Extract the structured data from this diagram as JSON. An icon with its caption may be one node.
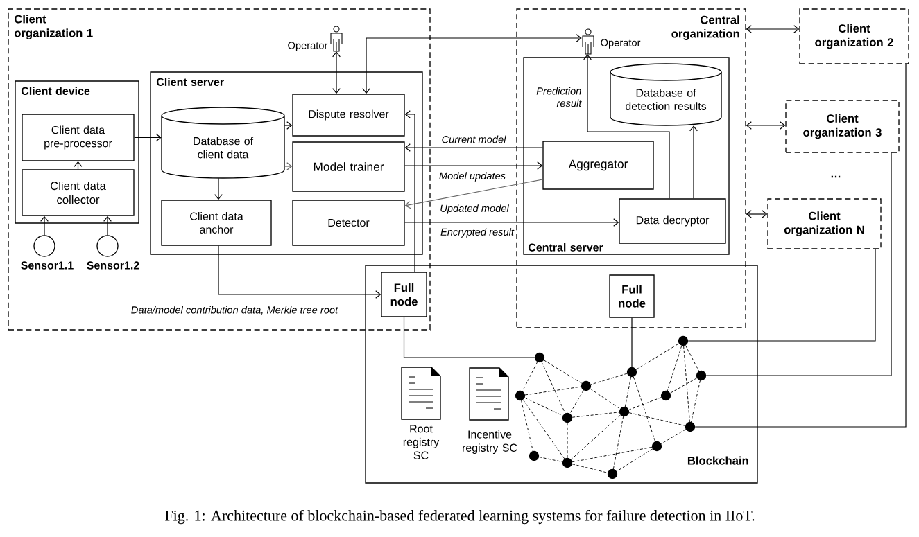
{
  "diagram": {
    "caption": "Fig. 1: Architecture of blockchain-based federated learning systems for failure detection in IIoT.",
    "nodes": [
      {
        "text": [
          "Client organization 1"
        ]
      },
      {
        "text": [
          "Client device"
        ],
        "in": 0
      },
      {
        "text": [
          "Client data pre-processor"
        ],
        "in": 1
      },
      {
        "text": [
          "Client data collector"
        ],
        "in": 1
      },
      {
        "text": [],
        "shape": "circle",
        "beside": [
          "Sensor1.1"
        ],
        "in": 0
      },
      {
        "text": [],
        "shape": "circle",
        "beside": [
          "Sensor1.2"
        ],
        "in": 0
      },
      {
        "text": [
          "Client server"
        ],
        "in": 0
      },
      {
        "text": [
          "Database of client data"
        ],
        "in": 6
      },
      {
        "text": [
          "Dispute resolver"
        ],
        "in": 6
      },
      {
        "text": [
          "Model trainer"
        ],
        "in": 6
      },
      {
        "text": [
          "Client data anchor"
        ],
        "in": 6
      },
      {
        "text": [
          "Detector"
        ],
        "in": 6
      },
      {
        "text": [],
        "shape": "person",
        "beside": [
          "Operator"
        ],
        "in": 0
      },
      {
        "text": [
          "Central organization"
        ]
      },
      {
        "text": [],
        "shape": "person",
        "beside": [
          "Operator"
        ],
        "in": 13
      },
      {
        "text": [
          "Central server"
        ],
        "in": 13
      },
      {
        "text": [
          "Database of detection results"
        ],
        "in": 15
      },
      {
        "text": [
          "Aggregator"
        ],
        "in": 15
      },
      {
        "text": [
          "Data decryptor"
        ],
        "in": 15
      },
      {
        "text": [
          "Client organization 2"
        ]
      },
      {
        "text": [
          "Client organization 3"
        ]
      },
      {
        "text": [
          "Client organization N"
        ]
      },
      {
        "text": [
          "Blockchain"
        ]
      },
      {
        "text": [
          "Full node"
        ]
      },
      {
        "text": [
          "Full node"
        ]
      },
      {
        "text": [],
        "shape": "circle",
        "in": 22
      },
      {
        "text": [],
        "shape": "circle",
        "in": 22
      },
      {
        "text": [],
        "shape": "circle",
        "in": 22
      },
      {
        "text": [],
        "shape": "circle",
        "in": 22
      },
      {
        "text": [],
        "shape": "circle",
        "in": 22
      },
      {
        "text": [],
        "shape": "circle",
        "in": 22
      },
      {
        "text": [],
        "shape": "circle",
        "in": 22
      },
      {
        "text": [],
        "shape": "circle",
        "in": 22
      },
      {
        "text": [],
        "shape": "circle",
        "in": 22
      },
      {
        "text": [],
        "shape": "circle",
        "in": 22
      },
      {
        "text": [],
        "shape": "circle",
        "in": 22
      },
      {
        "text": [],
        "shape": "circle",
        "in": 22
      },
      {
        "text": [],
        "shape": "circle",
        "in": 22
      },
      {
        "text": [],
        "shape": "circle",
        "in": 22
      }
    ],
    "edges": [
      {
        "from": 3,
        "to": 2,
        "arrow": "to"
      },
      {
        "from": 4,
        "to": 3,
        "arrow": "to"
      },
      {
        "from": 5,
        "to": 3,
        "arrow": "to"
      },
      {
        "from": 2,
        "to": 7,
        "arrow": "to"
      },
      {
        "from": 7,
        "to": 8,
        "arrow": "to"
      },
      {
        "from": 7,
        "to": 9,
        "arrow": "to",
        "color": "#666666"
      },
      {
        "from": 7,
        "to": 10,
        "arrow": "to"
      },
      {
        "from": 12,
        "to": 8,
        "arrow": "both"
      },
      {
        "from": 8,
        "to": 14,
        "arrow": "both"
      },
      {
        "from": 23,
        "to": 8,
        "arrow": "to"
      },
      {
        "from": 10,
        "to": 23,
        "arrow": "to",
        "label": "Data/model contribution data, Merkle tree root"
      },
      {
        "from": 17,
        "to": 9,
        "arrow": "to",
        "label": "Current model"
      },
      {
        "from": 9,
        "to": 17,
        "arrow": "to",
        "label": "Model updates"
      },
      {
        "from": 17,
        "to": 11,
        "arrow": "to",
        "label": "Updated model",
        "color": "#666666"
      },
      {
        "from": 11,
        "to": 18,
        "arrow": "to",
        "label": "Encrypted result"
      },
      {
        "from": 18,
        "to": 14,
        "arrow": "to",
        "label": "Prediction result"
      },
      {
        "from": 18,
        "to": 16,
        "arrow": "to"
      },
      {
        "from": 13,
        "to": 19,
        "arrow": "both"
      },
      {
        "from": 13,
        "to": 20,
        "arrow": "both"
      },
      {
        "from": 13,
        "to": 21,
        "arrow": "both"
      },
      {
        "from": 23,
        "to": 25,
        "arrow": "none"
      },
      {
        "from": 24,
        "to": 27,
        "arrow": "none"
      },
      {
        "from": 21,
        "to": 28,
        "arrow": "none"
      },
      {
        "from": 20,
        "to": 29,
        "arrow": "none"
      },
      {
        "from": 19,
        "to": 34,
        "arrow": "none"
      },
      {
        "from": 25,
        "to": 30,
        "arrow": "none",
        "style": "dashed"
      },
      {
        "from": 25,
        "to": 26,
        "arrow": "none",
        "style": "dashed"
      },
      {
        "from": 25,
        "to": 31,
        "arrow": "none",
        "style": "dashed"
      },
      {
        "from": 30,
        "to": 26,
        "arrow": "none",
        "style": "dashed"
      },
      {
        "from": 30,
        "to": 31,
        "arrow": "none",
        "style": "dashed"
      },
      {
        "from": 30,
        "to": 35,
        "arrow": "none",
        "style": "dashed"
      },
      {
        "from": 30,
        "to": 36,
        "arrow": "none",
        "style": "dashed"
      },
      {
        "from": 26,
        "to": 31,
        "arrow": "none",
        "style": "dashed"
      },
      {
        "from": 26,
        "to": 33,
        "arrow": "none",
        "style": "dashed"
      },
      {
        "from": 31,
        "to": 33,
        "arrow": "none",
        "style": "dashed"
      },
      {
        "from": 31,
        "to": 36,
        "arrow": "none",
        "style": "dashed"
      },
      {
        "from": 27,
        "to": 26,
        "arrow": "none",
        "style": "dashed"
      },
      {
        "from": 27,
        "to": 33,
        "arrow": "none",
        "style": "dashed"
      },
      {
        "from": 27,
        "to": 37,
        "arrow": "none",
        "style": "dashed"
      },
      {
        "from": 27,
        "to": 28,
        "arrow": "none",
        "style": "dashed"
      },
      {
        "from": 28,
        "to": 32,
        "arrow": "none",
        "style": "dashed"
      },
      {
        "from": 28,
        "to": 29,
        "arrow": "none",
        "style": "dashed"
      },
      {
        "from": 28,
        "to": 34,
        "arrow": "none",
        "style": "dashed"
      },
      {
        "from": 29,
        "to": 32,
        "arrow": "none",
        "style": "dashed"
      },
      {
        "from": 29,
        "to": 34,
        "arrow": "none",
        "style": "dashed"
      },
      {
        "from": 32,
        "to": 33,
        "arrow": "none",
        "style": "dashed"
      },
      {
        "from": 33,
        "to": 34,
        "arrow": "none",
        "style": "dashed"
      },
      {
        "from": 33,
        "to": 36,
        "arrow": "none",
        "style": "dashed"
      },
      {
        "from": 33,
        "to": 38,
        "arrow": "none",
        "style": "dashed"
      },
      {
        "from": 34,
        "to": 37,
        "arrow": "none",
        "style": "dashed"
      },
      {
        "from": 37,
        "to": 36,
        "arrow": "none",
        "style": "dashed"
      },
      {
        "from": 37,
        "to": 38,
        "arrow": "none",
        "style": "dashed"
      },
      {
        "from": 36,
        "to": 38,
        "arrow": "none",
        "style": "dashed"
      },
      {
        "from": 35,
        "to": 36,
        "arrow": "none",
        "style": "dashed"
      }
    ],
    "labels": [
      "…",
      "Root registry SC",
      "Incentive registry SC"
    ]
  }
}
